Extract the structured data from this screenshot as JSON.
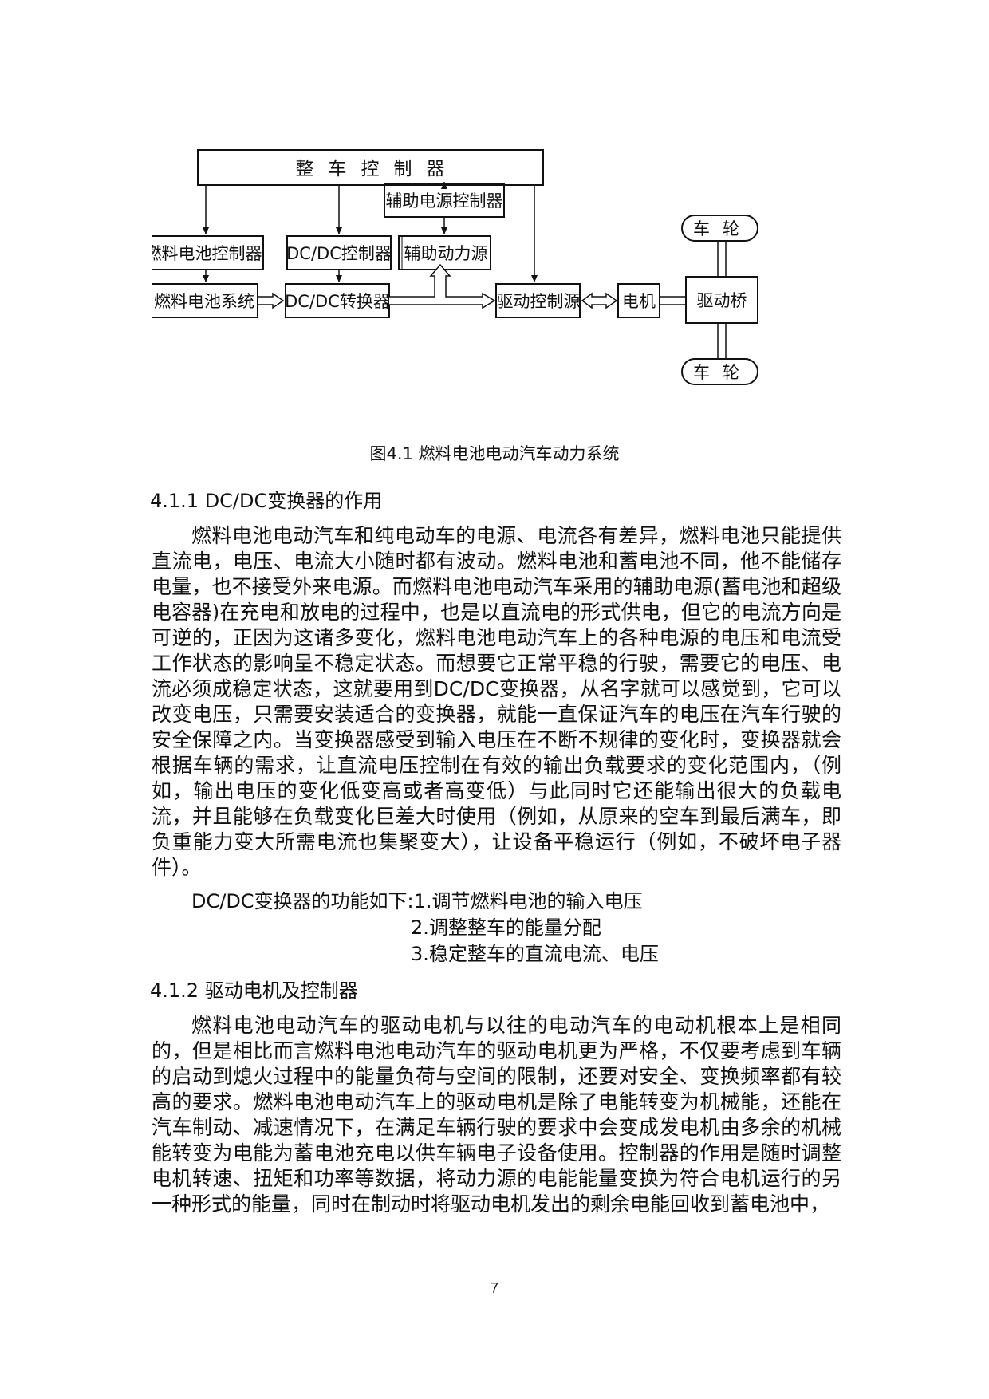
{
  "diagram": {
    "vehicle_controller": "整车控制器",
    "aux_power_controller": "辅助电源控制器",
    "fc_controller": "燃料电池控制器",
    "dcdc_controller": "DC/DC控制器",
    "aux_power_source": "辅助动力源",
    "fc_system": "燃料电池系统",
    "dcdc_converter": "DC/DC转换器",
    "drive_controller": "驱动控制源",
    "motor": "电机",
    "drive_axle": "驱动桥",
    "wheel_top": "车轮",
    "wheel_bottom": "车轮"
  },
  "caption": "图4.1 燃料电池电动汽车动力系统",
  "section1": {
    "heading": "4.1.1 DC/DC变换器的作用",
    "paragraph": "燃料电池电动汽车和纯电动车的电源、电流各有差异，燃料电池只能提供直流电，电压、电流大小随时都有波动。燃料电池和蓄电池不同，他不能储存电量，也不接受外来电源。而燃料电池电动汽车采用的辅助电源(蓄电池和超级电容器)在充电和放电的过程中，也是以直流电的形式供电，但它的电流方向是可逆的，正因为这诸多变化，燃料电池电动汽车上的各种电源的电压和电流受工作状态的影响呈不稳定状态。而想要它正常平稳的行驶，需要它的电压、电流必须成稳定状态，这就要用到DC/DC变换器，从名字就可以感觉到，它可以改变电压，只需要安装适合的变换器，就能一直保证汽车的电压在汽车行驶的安全保障之内。当变换器感受到输入电压在不断不规律的变化时，变换器就会根据车辆的需求，让直流电压控制在有效的输出负载要求的变化范围内，（例如，输出电压的变化低变高或者高变低）与此同时它还能输出很大的负载电流，并且能够在负载变化巨差大时使用（例如，从原来的空车到最后满车，即负重能力变大所需电流也集聚变大），让设备平稳运行（例如，不破坏电子器件）。",
    "func_prefix": "DC/DC变换器的功能如下:",
    "func_items": [
      "1.调节燃料电池的输入电压",
      "2.调整整车的能量分配",
      "3.稳定整车的直流电流、电压"
    ]
  },
  "section2": {
    "heading": "4.1.2 驱动电机及控制器",
    "paragraph": "燃料电池电动汽车的驱动电机与以往的电动汽车的电动机根本上是相同的，但是相比而言燃料电池电动汽车的驱动电机更为严格，不仅要考虑到车辆的启动到熄火过程中的能量负荷与空间的限制，还要对安全、变换频率都有较高的要求。燃料电池电动汽车上的驱动电机是除了电能转变为机械能，还能在汽车制动、减速情况下，在满足车辆行驶的要求中会变成发电机由多余的机械能转变为电能为蓄电池充电以供车辆电子设备使用。控制器的作用是随时调整电机转速、扭矩和功率等数据，将动力源的电能能量变换为符合电机运行的另一种形式的能量，同时在制动时将驱动电机发出的剩余电能回收到蓄电池中，"
  },
  "page_number": "7"
}
